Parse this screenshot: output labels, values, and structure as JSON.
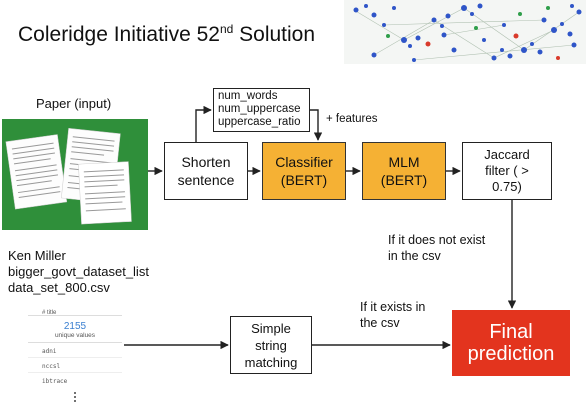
{
  "header": {
    "title_main": "Coleridge Initiative 52",
    "title_sup": "nd",
    "title_tail": " Solution"
  },
  "inputs": {
    "paper_label": "Paper (input)",
    "csv_lines": [
      "Ken Miller",
      "bigger_govt_dataset_list",
      "data_set_800.csv"
    ]
  },
  "csv_thumbnail": {
    "header": "# title",
    "count": "2155",
    "count_label": "unique values",
    "rows": [
      "adni",
      "nccsl",
      "ibtrace"
    ]
  },
  "features_box": {
    "lines": [
      "num_words",
      "num_uppercase",
      "uppercase_ratio"
    ],
    "plus_label": "+ features"
  },
  "nodes": {
    "shorten": "Shorten sentence",
    "classifier": "Classifier (BERT)",
    "mlm": "MLM (BERT)",
    "jaccard": "Jaccard filter ( > 0.75)",
    "simple": "Simple string matching",
    "final": "Final prediction"
  },
  "edge_labels": {
    "not_exist": "If it does not exist in the csv",
    "exists": "If it exists in the csv"
  },
  "colors": {
    "orange": "#f5b134",
    "final_red": "#e3341e",
    "paper_green": "#2f8f3a"
  }
}
